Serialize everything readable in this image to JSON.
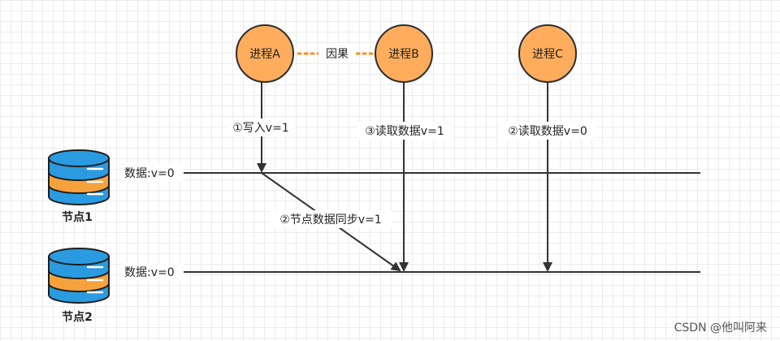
{
  "processes": [
    {
      "id": "A",
      "label": "进程A"
    },
    {
      "id": "B",
      "label": "进程B"
    },
    {
      "id": "C",
      "label": "进程C"
    }
  ],
  "causal_label": "因果",
  "edges": {
    "write_a": "①写入v=1",
    "read_b": "③读取数据v=1",
    "read_c": "②读取数据v=0",
    "sync": "②节点数据同步v=1"
  },
  "nodes": [
    {
      "label": "节点1",
      "data": "数据:v=0"
    },
    {
      "label": "节点2",
      "data": "数据:v=0"
    }
  ],
  "watermark": "CSDN @他叫阿来",
  "colors": {
    "process_fill": "#ffad5c",
    "process_stroke": "#2e2e2e",
    "causal_dots": "#ff8c1a",
    "db_blue": "#2a9be0",
    "db_orange": "#f6a23c",
    "db_stroke": "#1f1f1f",
    "line": "#333333"
  }
}
